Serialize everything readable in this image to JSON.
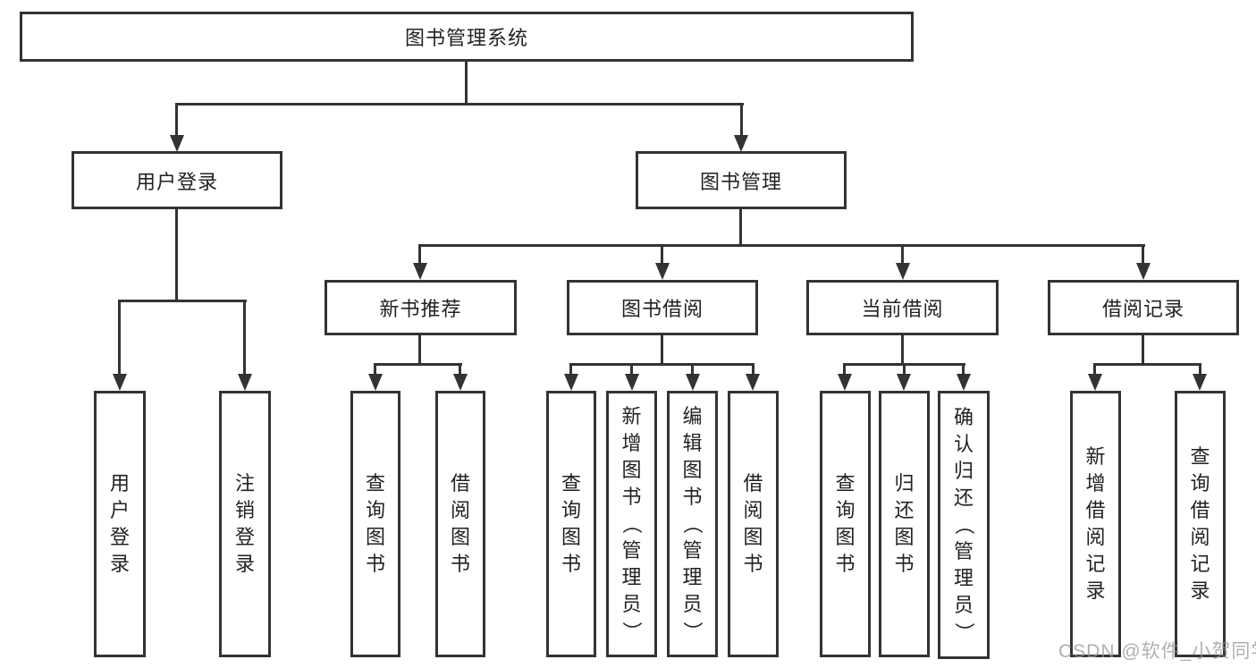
{
  "tree": {
    "label": "图书管理系统",
    "children": [
      {
        "label": "用户登录",
        "children": [
          {
            "label": "用户登录"
          },
          {
            "label": "注销登录"
          }
        ]
      },
      {
        "label": "图书管理",
        "children": [
          {
            "label": "新书推荐",
            "children": [
              {
                "label": "查询图书"
              },
              {
                "label": "借阅图书"
              }
            ]
          },
          {
            "label": "图书借阅",
            "children": [
              {
                "label": "查询图书"
              },
              {
                "label": "新增图书（管理员）"
              },
              {
                "label": "编辑图书（管理员）"
              },
              {
                "label": "借阅图书"
              }
            ]
          },
          {
            "label": "当前借阅",
            "children": [
              {
                "label": "查询图书"
              },
              {
                "label": "归还图书"
              },
              {
                "label": "确认归还（管理员）"
              }
            ]
          },
          {
            "label": "借阅记录",
            "children": [
              {
                "label": "新增借阅记录"
              },
              {
                "label": "查询借阅记录"
              }
            ]
          }
        ]
      }
    ]
  },
  "watermark": "CSDN @软件_小贺同学",
  "colors": {
    "line": "#333333",
    "text": "#222222",
    "background": "#ffffff",
    "watermark": "#969696"
  }
}
